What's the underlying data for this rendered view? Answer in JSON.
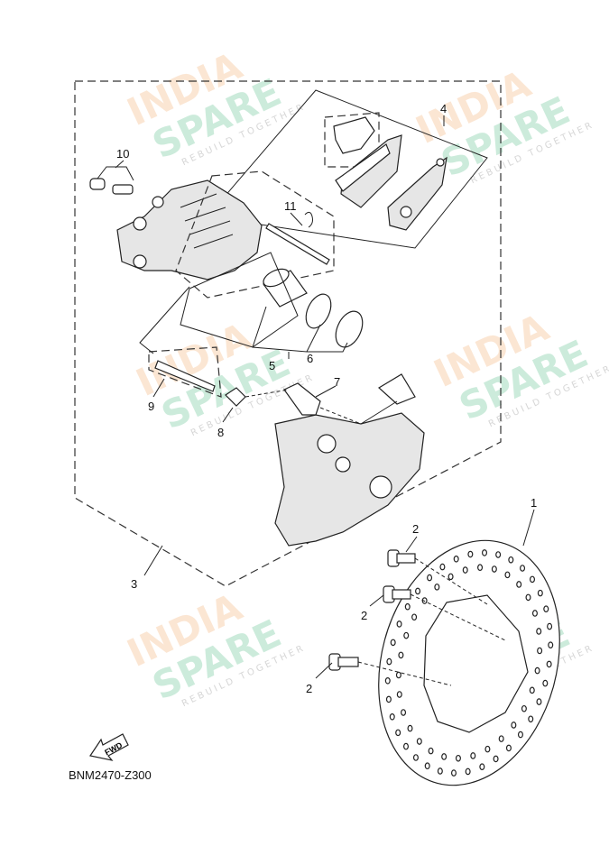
{
  "diagram": {
    "code": "BNM2470-Z300",
    "fwd_label": "FWD",
    "callouts": [
      "1",
      "2",
      "2",
      "2",
      "3",
      "4",
      "5",
      "6",
      "7",
      "8",
      "9",
      "10",
      "11"
    ],
    "watermark": {
      "line1": "INDIA",
      "line2": "SPARE",
      "line3": "REBUILD TOGETHER"
    }
  }
}
